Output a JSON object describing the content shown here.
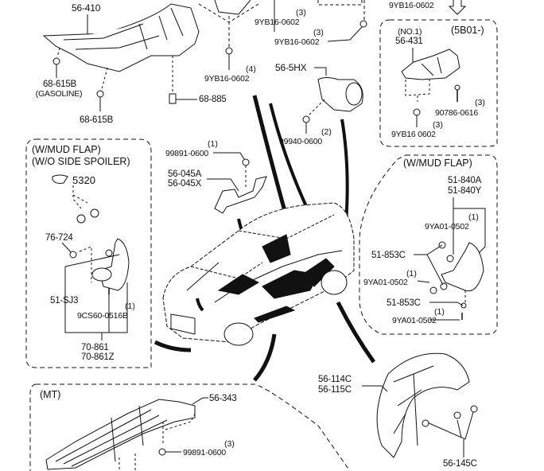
{
  "diagram": {
    "groups": {
      "mud_flap_left": [
        "(W/MUD FLAP)",
        "(W/O SIDE SPOILER)"
      ],
      "mud_flap_right": "(W/MUD FLAP)",
      "serial_range": "(5B01-)",
      "mt": "(MT)"
    },
    "parts": {
      "p56_410": "56-410",
      "p68_615b_gas": "68-615B",
      "gasoline": "(GASOLINE)",
      "p68_615b": "68-615B",
      "p68_885": "68-885",
      "p9yb16_top1": "9YB16-0602",
      "p9yb16_top1_qty": "(3)",
      "p9yb16_top2": "9YB16-0602",
      "p9yb16_top2_qty": "(3)",
      "p9yb16_top3": "9YB16-0602",
      "p9yb16_4": "9YB16-0602",
      "p9yb16_4_qty": "(4)",
      "p56_5hx": "56-5HX",
      "p99940": "99940-0600",
      "p99940_qty": "(2)",
      "no1": "(NO.1)",
      "p56_431": "56-431",
      "p90786": "90786-0616",
      "p90786_qty": "(3)",
      "p9yb16_box": "9YB16 0602",
      "p9yb16_box_qty": "(3)",
      "p99891_a": "99891-0600",
      "p99891_a_qty": "(1)",
      "p56_045a": "56-045A",
      "p56_045x": "56-045X",
      "p5320": "5320",
      "p76_724": "76-724",
      "p51_sj3": "51-SJ3",
      "p9cs60": "9CS60-0516B",
      "p9cs60_qty": "(1)",
      "p70_861": "70-861",
      "p70_861z": "70-861Z",
      "p51_840a": "51-840A",
      "p51_840y": "51-840Y",
      "p9ya01_a": "9YA01-0502",
      "p9ya01_a_qty": "(1)",
      "p51_853c_a": "51-853C",
      "p9ya01_b": "9YA01-0502",
      "p9ya01_b_qty": "(1)",
      "p51_853c_b": "51-853C",
      "p9ya01_c": "9YA01-0502",
      "p9ya01_c_qty": "(1)",
      "p56_114c": "56-114C",
      "p56_115c": "56-115C",
      "p56_145c": "56-145C",
      "p56_343": "56-343",
      "p99891_b": "99891-0600",
      "p99891_b_qty": "(3)"
    }
  }
}
